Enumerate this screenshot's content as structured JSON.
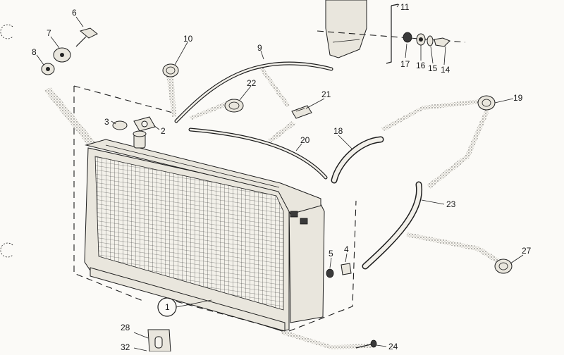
{
  "diagram": {
    "callouts": [
      {
        "id": "6",
        "label": "6"
      },
      {
        "id": "7",
        "label": "7"
      },
      {
        "id": "8",
        "label": "8"
      },
      {
        "id": "10",
        "label": "10"
      },
      {
        "id": "9",
        "label": "9"
      },
      {
        "id": "11",
        "label": "11"
      },
      {
        "id": "17",
        "label": "17"
      },
      {
        "id": "16",
        "label": "16"
      },
      {
        "id": "15",
        "label": "15"
      },
      {
        "id": "14",
        "label": "14"
      },
      {
        "id": "22",
        "label": "22"
      },
      {
        "id": "21",
        "label": "21"
      },
      {
        "id": "19",
        "label": "19"
      },
      {
        "id": "3",
        "label": "3"
      },
      {
        "id": "2",
        "label": "2"
      },
      {
        "id": "18",
        "label": "18"
      },
      {
        "id": "20",
        "label": "20"
      },
      {
        "id": "23",
        "label": "23"
      },
      {
        "id": "5",
        "label": "5"
      },
      {
        "id": "4",
        "label": "4"
      },
      {
        "id": "27",
        "label": "27"
      },
      {
        "id": "1",
        "label": "1"
      },
      {
        "id": "28",
        "label": "28"
      },
      {
        "id": "32",
        "label": "32"
      },
      {
        "id": "24",
        "label": "24"
      }
    ]
  }
}
